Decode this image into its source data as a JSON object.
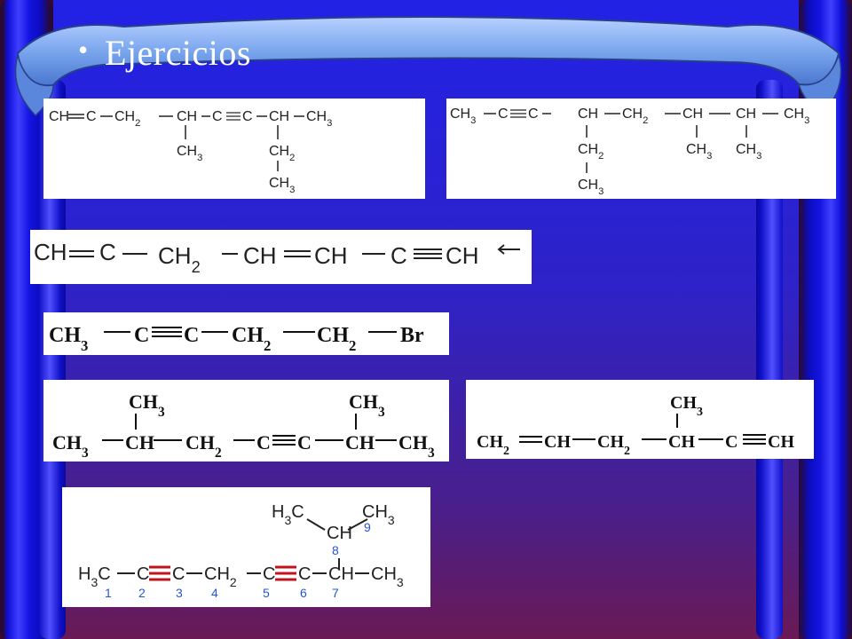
{
  "slide": {
    "title": "Ejercicios"
  },
  "structures": {
    "s1": {
      "main": [
        "CH",
        "C",
        "CH2",
        "CH",
        "C",
        "C",
        "CH",
        "CH3"
      ],
      "sub1": [
        "CH3"
      ],
      "sub2": [
        "CH2",
        "CH3"
      ]
    },
    "s2": {
      "main": [
        "CH3",
        "C",
        "C",
        "CH",
        "CH2",
        "CH",
        "CH",
        "CH3"
      ],
      "sub1": [
        "CH2",
        "CH3"
      ],
      "sub2": [
        "CH3"
      ],
      "sub3": [
        "CH3"
      ]
    },
    "s3": {
      "main": [
        "CH",
        "C",
        "CH2",
        "CH",
        "CH",
        "C",
        "CH"
      ]
    },
    "s4": {
      "main": [
        "CH3",
        "C",
        "C",
        "CH2",
        "CH2",
        "Br"
      ]
    },
    "s5": {
      "main": [
        "CH3",
        "CH",
        "CH2",
        "C",
        "C",
        "CH",
        "CH3"
      ],
      "sub1": "CH3",
      "sub2": "CH3"
    },
    "s6": {
      "main": [
        "CH2",
        "CH",
        "CH2",
        "CH",
        "C",
        "CH"
      ],
      "sub1": "CH3"
    },
    "s7": {
      "main": [
        "H3C",
        "C",
        "C",
        "CH2",
        "C",
        "C",
        "CH",
        "CH3"
      ],
      "numbers": [
        "1",
        "2",
        "3",
        "4",
        "5",
        "6",
        "7"
      ],
      "branch_left": "H3C",
      "branch_right": "CH3",
      "branch_ch": "CH",
      "num8": "8",
      "num9": "9"
    }
  },
  "colors": {
    "panel_top": "#2222e6",
    "panel_bottom": "#6a1a55",
    "ribbon": "#7aa6ee",
    "pillar": "#1a1aff",
    "triple_bond_highlight": "#c0141e"
  }
}
